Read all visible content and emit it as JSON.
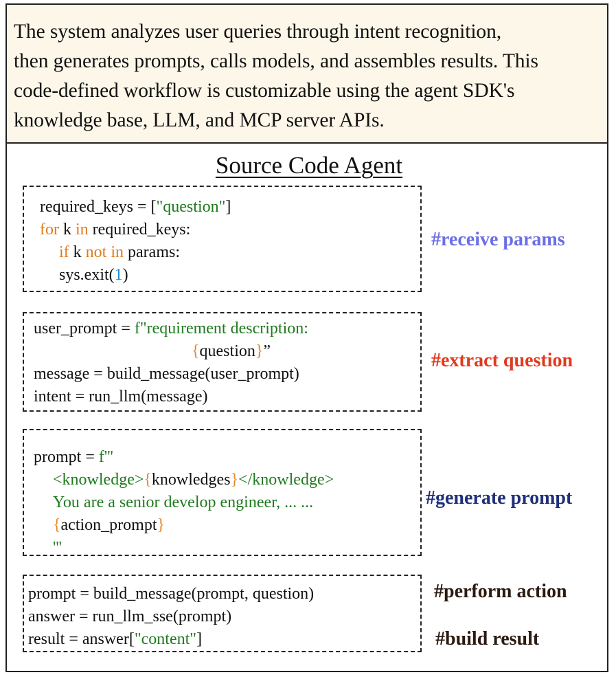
{
  "description": {
    "lines": [
      "The system analyzes user queries through intent recognition,",
      "then generates prompts, calls models, and assembles results. This",
      "code-defined workflow is customizable using the agent SDK's",
      "knowledge base, LLM, and MCP server APIs."
    ]
  },
  "title": "Source Code Agent",
  "blocks": {
    "receive": {
      "l1_a": "required_keys = [",
      "l1_str": "\"question\"",
      "l1_b": "]",
      "l2_for": "for",
      "l2_a": " k ",
      "l2_in": "in",
      "l2_b": " required_keys:",
      "l3_if": "if",
      "l3_a": " k ",
      "l3_notin": "not in",
      "l3_b": " params:",
      "l4_a": "sys.exit(",
      "l4_num": "1",
      "l4_b": ")"
    },
    "extract": {
      "l1_a": "user_prompt = ",
      "l1_str": "f\"requirement description:",
      "l2_open": "{",
      "l2_word": "question",
      "l2_close": "}",
      "l2_quote": "”",
      "l3": "message = build_message(user_prompt)",
      "l4": "intent = run_llm(message)"
    },
    "generate": {
      "l1_a": "prompt = ",
      "l1_str": "f'''",
      "l2_a": "<knowledge>",
      "l2_open": "{",
      "l2_word": "knowledges",
      "l2_close": "}",
      "l2_b": "</knowledge>",
      "l3": "You are a senior develop engineer, ... ...",
      "l4_open": "{",
      "l4_word": "action_prompt",
      "l4_close": "}",
      "l5": "'''"
    },
    "action": {
      "l1": "prompt = build_message(prompt, question)",
      "l2": "answer = run_llm_sse(prompt)",
      "l3_a": "result = answer[",
      "l3_str": "\"content\"",
      "l3_b": "]"
    }
  },
  "labels": {
    "receive": "#receive params",
    "extract": "#extract question",
    "generate": "#generate prompt",
    "action": "#perform action",
    "result": "#build result"
  },
  "colors": {
    "receive": "#6b6ee6",
    "extract": "#e03a1e",
    "generate": "#1f2f7a",
    "action": "#2a1a10",
    "result": "#2a1a10",
    "keyword": "#e07b1a",
    "string": "#1e7a1e",
    "number": "#1f8fd6"
  }
}
